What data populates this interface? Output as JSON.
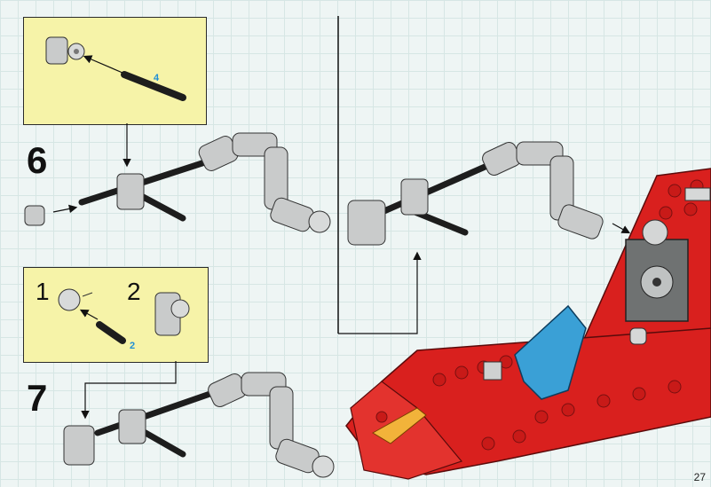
{
  "steps": {
    "step6": {
      "number": "6",
      "callout_quantity": "4"
    },
    "step7": {
      "number": "7",
      "sub1": "1",
      "sub2": "2",
      "callout_quantity": "2"
    }
  },
  "page_number": "27",
  "colors": {
    "callout_bg": "#f6f3a8",
    "part_gray": "#c9cbcb",
    "axle_black": "#1d1d1d",
    "brick_red": "#d9201e",
    "accent_blue": "#3aa0d6",
    "quantity_blue": "#1f8fd6"
  }
}
